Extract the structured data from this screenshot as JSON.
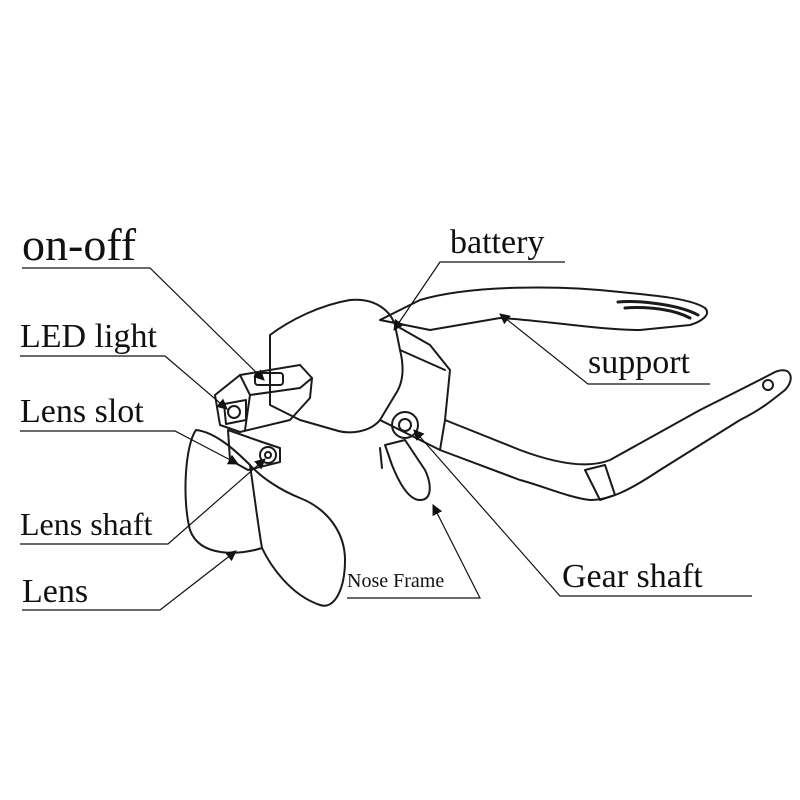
{
  "labels": {
    "on_off": "on-off",
    "led_light": "LED light",
    "lens_slot": "Lens slot",
    "lens_shaft": "Lens shaft",
    "lens": "Lens",
    "battery": "battery",
    "support": "support",
    "gear_shaft": "Gear shaft",
    "nose_frame": "Nose Frame"
  }
}
